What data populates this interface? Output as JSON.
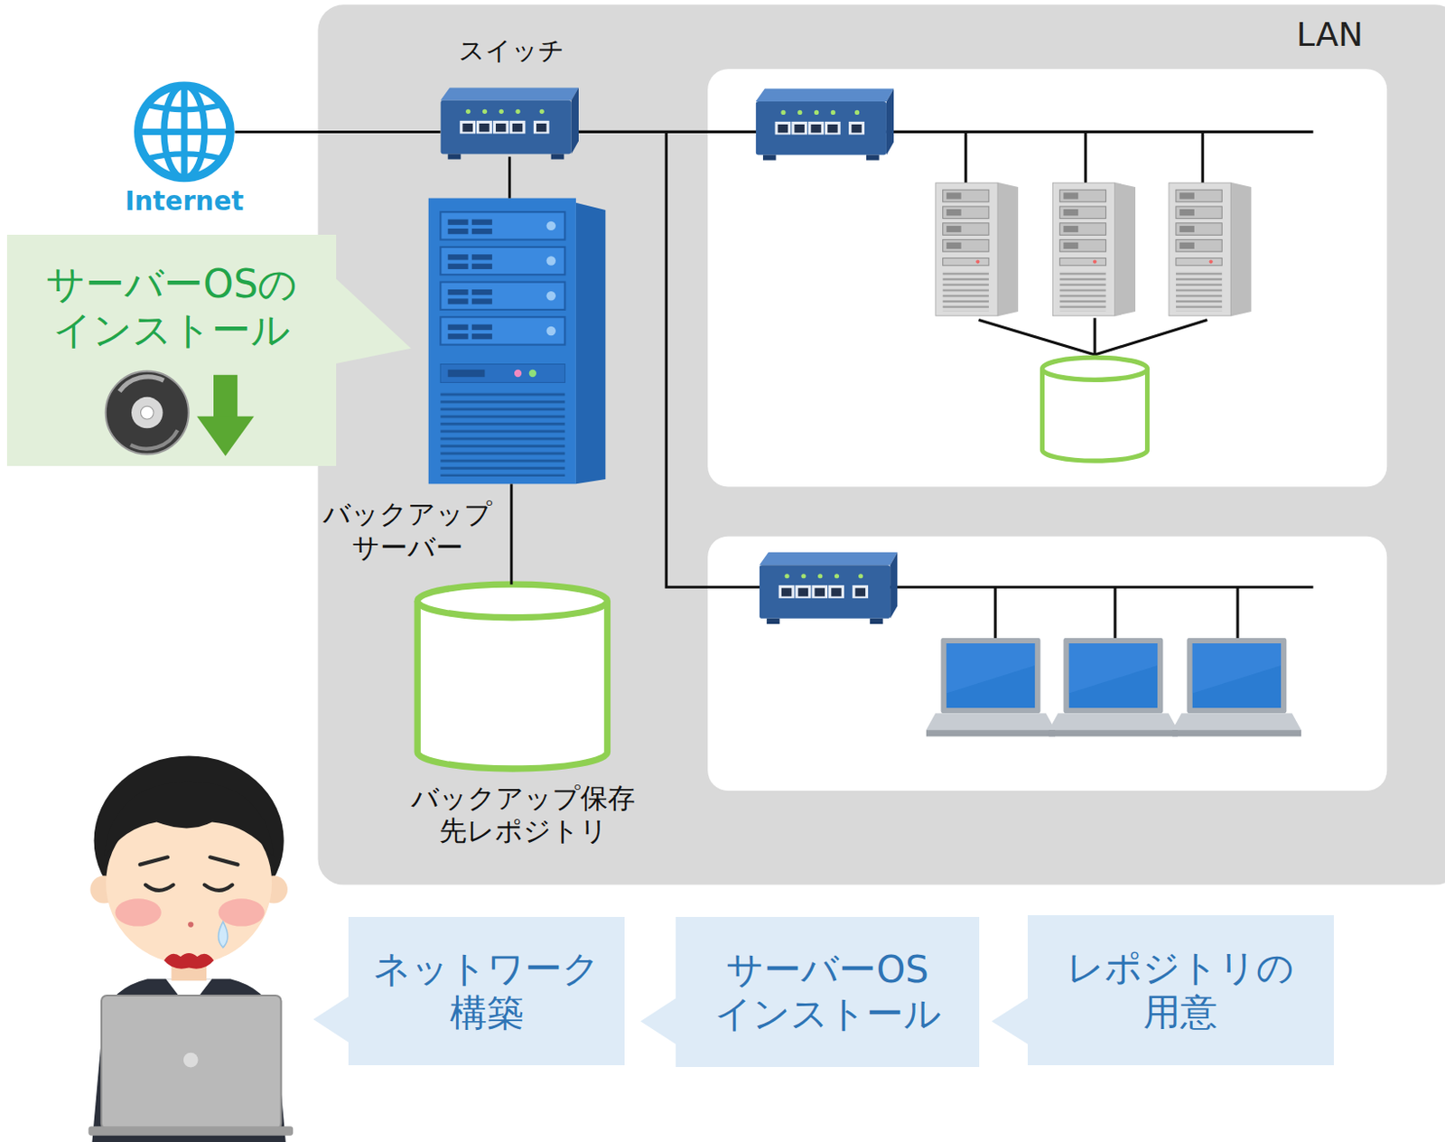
{
  "diagram": {
    "nodes": [
      {
        "text": [
          "Internet"
        ]
      },
      {
        "text": [
          "LAN"
        ]
      },
      {
        "text": [
          "スイッチ"
        ],
        "in": 1
      },
      {
        "text": [
          "バックアップ サーバー"
        ],
        "in": 1
      },
      {
        "text": [
          "バックアップ保存 先レポジトリ"
        ],
        "in": 1
      },
      {
        "text": [
          "サーバーOSの インストール"
        ]
      },
      {
        "text": [
          "ネットワーク 構築"
        ]
      },
      {
        "text": [
          "サーバーOS インストール"
        ]
      },
      {
        "text": [
          "レポジトリの 用意"
        ]
      }
    ],
    "edges": [
      {
        "from": 0,
        "to": 2,
        "arrow": "none"
      },
      {
        "from": 2,
        "to": 3,
        "arrow": "none"
      },
      {
        "from": 3,
        "to": 4,
        "arrow": "none"
      }
    ]
  }
}
